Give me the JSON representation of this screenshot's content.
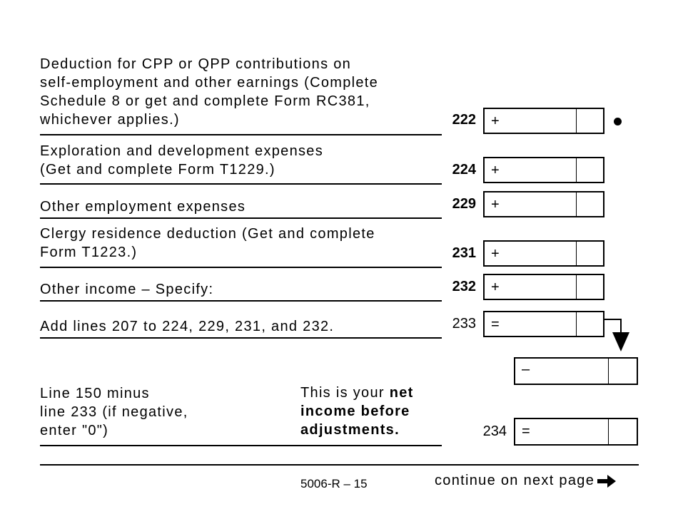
{
  "lines": [
    {
      "id": "222",
      "desc": [
        "Deduction for CPP or QPP contributions on",
        "self-employment and other earnings (Complete",
        "Schedule 8 or get and complete Form RC381,",
        "whichever applies.)"
      ],
      "op": "+",
      "bold": true,
      "bullet": "●"
    },
    {
      "id": "224",
      "desc": [
        "Exploration and development expenses",
        "(Get and complete Form T1229.)"
      ],
      "op": "+",
      "bold": true
    },
    {
      "id": "229",
      "desc": [
        "Other employment expenses"
      ],
      "op": "+",
      "bold": true
    },
    {
      "id": "231",
      "desc": [
        "Clergy residence deduction (Get and complete",
        "Form T1223.)"
      ],
      "op": "+",
      "bold": true
    },
    {
      "id": "232",
      "desc": [
        "Other income – Specify:"
      ],
      "op": "+",
      "bold": true
    },
    {
      "id": "233",
      "desc": [
        "Add lines 207 to 224, 229, 231, and 232."
      ],
      "op": "=",
      "bold": false
    }
  ],
  "subtract_field": {
    "op": "–"
  },
  "net_income": {
    "desc": [
      "Line 150 minus",
      "line 233 (if negative,",
      "enter \"0\")"
    ],
    "note_prefix": "This is your ",
    "note_bold_1": "net",
    "note_bold_2": "income before",
    "note_bold_3": "adjustments.",
    "line": "234",
    "op": "="
  },
  "footer": {
    "form_code": "5006-R – 15",
    "continue_text": "continue on next page",
    "continue_icon": "right-arrow-icon"
  }
}
